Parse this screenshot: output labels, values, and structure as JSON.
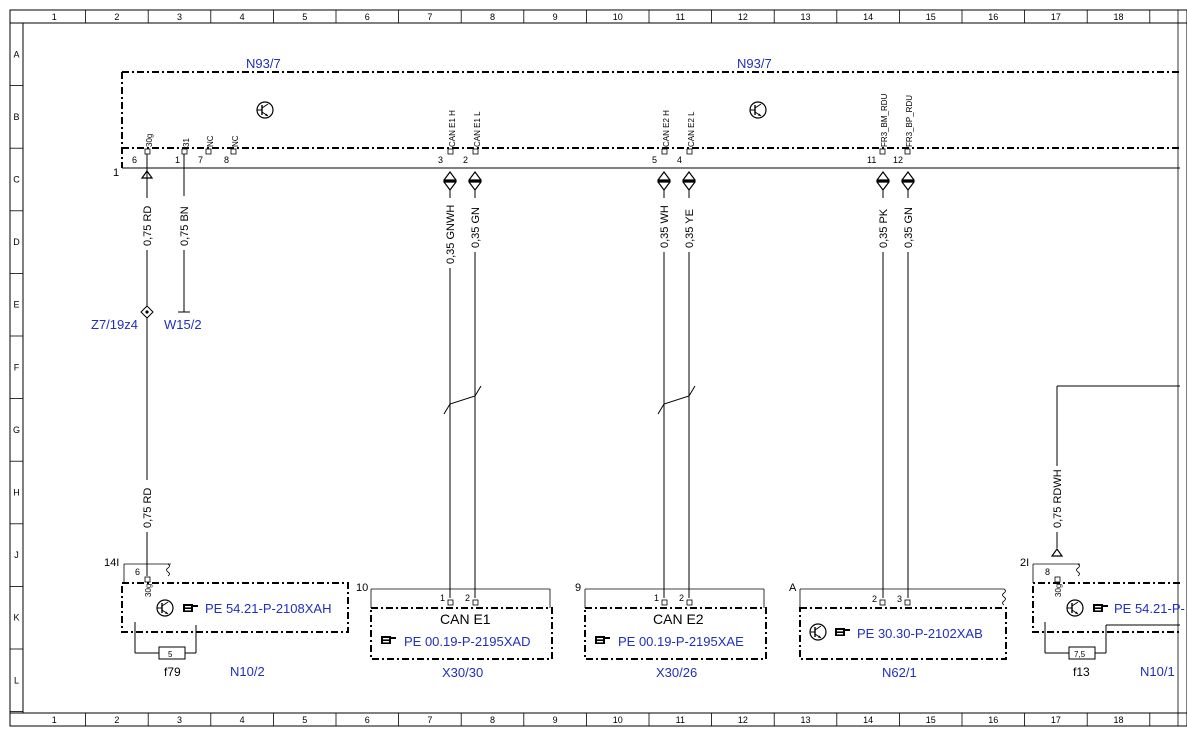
{
  "frame": {
    "columns": [
      "1",
      "2",
      "3",
      "4",
      "5",
      "6",
      "7",
      "8",
      "9",
      "10",
      "11",
      "12",
      "13",
      "14",
      "15",
      "16",
      "17",
      "18"
    ],
    "rows": [
      "A",
      "B",
      "C",
      "D",
      "E",
      "F",
      "G",
      "H",
      "J",
      "K",
      "L"
    ]
  },
  "header_module": {
    "labels": [
      "N93/7",
      "N93/7"
    ],
    "bus_ref": "1",
    "pins": [
      {
        "num": "6",
        "sig": "30g"
      },
      {
        "num": "1",
        "sig": "31"
      },
      {
        "num": "7",
        "sig": "NC"
      },
      {
        "num": "8",
        "sig": "NC"
      },
      {
        "num": "3",
        "sig": "CAN E1 H"
      },
      {
        "num": "2",
        "sig": "CAN E1 L"
      },
      {
        "num": "5",
        "sig": "CAN E2 H"
      },
      {
        "num": "4",
        "sig": "CAN E2 L"
      },
      {
        "num": "11",
        "sig": "FR3_BM_RDU"
      },
      {
        "num": "12",
        "sig": "FR3_BP_RDU"
      }
    ]
  },
  "wires": [
    {
      "label": "0,75 RD"
    },
    {
      "label": "0,75 BN"
    },
    {
      "label": "0,35 GNWH"
    },
    {
      "label": "0,35 GN"
    },
    {
      "label": "0,35 WH"
    },
    {
      "label": "0,35 YE"
    },
    {
      "label": "0,35 PK"
    },
    {
      "label": "0,35 GN"
    },
    {
      "label": "0,75 RD"
    },
    {
      "label": "0,75 RDWH"
    }
  ],
  "components": {
    "z7": "Z7/19z4",
    "w15": "W15/2",
    "n10_2": {
      "conn": "14I",
      "pin": "6",
      "sig": "30g",
      "ref": "PE 54.21-P-2108XAH",
      "fuse": "5",
      "fuse_id": "f79",
      "name": "N10/2"
    },
    "x30_30": {
      "conn": "10",
      "pins": [
        "1",
        "2"
      ],
      "title": "CAN E1",
      "ref": "PE 00.19-P-2195XAD",
      "name": "X30/30"
    },
    "x30_26": {
      "conn": "9",
      "pins": [
        "1",
        "2"
      ],
      "title": "CAN E2",
      "ref": "PE 00.19-P-2195XAE",
      "name": "X30/26"
    },
    "n62_1": {
      "conn": "A",
      "pins": [
        "2",
        "3"
      ],
      "ref": "PE 30.30-P-2102XAB",
      "name": "N62/1"
    },
    "n10_1": {
      "conn": "2I",
      "pin": "8",
      "sig": "30g",
      "ref": "PE 54.21-P-",
      "fuse": "7,5",
      "fuse_id": "f13",
      "name": "N10/1"
    }
  },
  "colors": {
    "line": "#000000",
    "label_blue": "#1f2fbf"
  }
}
